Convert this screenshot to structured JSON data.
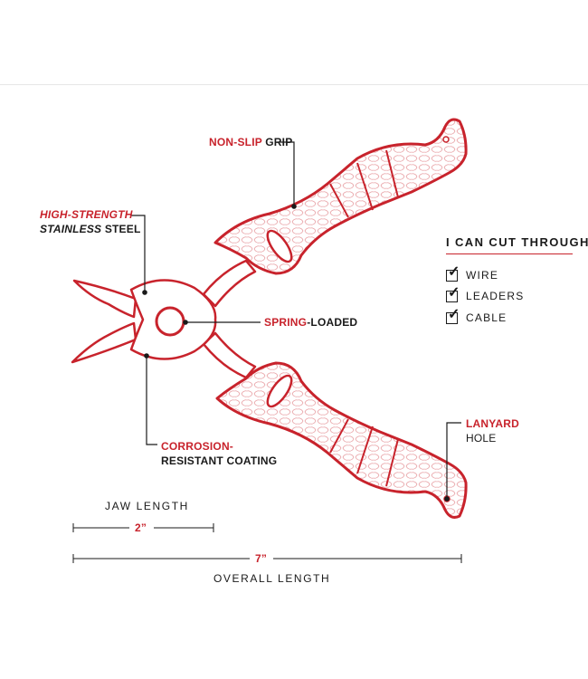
{
  "colors": {
    "accent": "#c8232c",
    "text": "#1a1a1a"
  },
  "labels": {
    "nonslip_red": "NON-SLIP",
    "nonslip_dark": "GRIP",
    "highstrength_red": "HIGH-STRENGTH",
    "stainless_dark": "STAINLESS",
    "steel_dark": "STEEL",
    "spring_red": "SPRING",
    "spring_dark": "-LOADED",
    "corrosion_red": "CORROSION-",
    "resistant_dark": "RESISTANT COATING",
    "lanyard_red": "LANYARD",
    "hole_dark": "HOLE"
  },
  "cut_through": {
    "title": "I CAN CUT THROUGH",
    "items": [
      "WIRE",
      "LEADERS",
      "CABLE"
    ]
  },
  "dimensions": {
    "jaw_title": "JAW LENGTH",
    "jaw_value": "2”",
    "overall_value": "7”",
    "overall_title": "OVERALL LENGTH"
  }
}
